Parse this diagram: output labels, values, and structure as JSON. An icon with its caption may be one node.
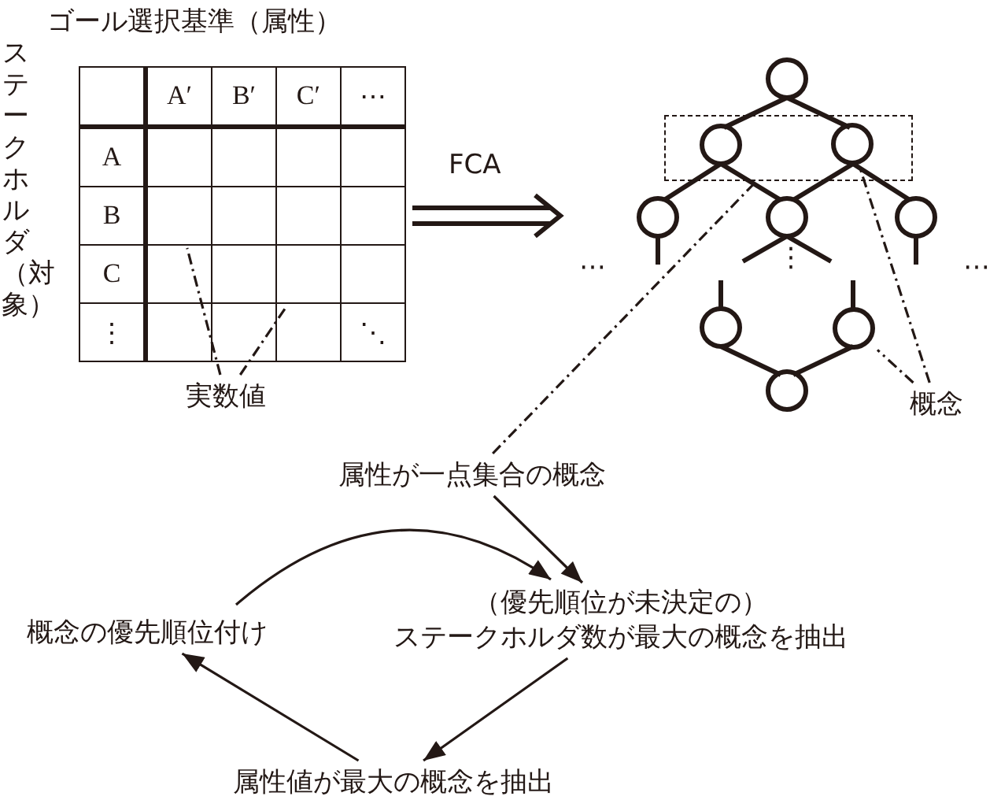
{
  "diagram": {
    "nodes": [
      {
        "text": [
          "ゴール選択基準（属性）",
          "ステークホルダ（対象）"
        ]
      },
      {
        "text": [],
        "shape": "box",
        "in": 0
      },
      {
        "text": [],
        "shape": "box",
        "in": 0
      },
      {
        "text": [
          "実数値"
        ]
      },
      {
        "text": [],
        "shape": "lattice"
      },
      {
        "text": [],
        "shape": "box",
        "in": 4
      },
      {
        "text": [],
        "shape": "circle",
        "in": 5
      },
      {
        "text": [],
        "shape": "circle",
        "in": 4
      },
      {
        "text": [
          "概念"
        ]
      },
      {
        "text": [
          "属性が一点集合の概念"
        ]
      },
      {
        "text": [
          "（優先順位が未決定の）",
          "ステークホルダ数が最大の概念を抽出"
        ]
      },
      {
        "text": [
          "属性値が最大の概念を抽出"
        ]
      },
      {
        "text": [
          "概念の優先順位付け"
        ]
      }
    ],
    "edges": [
      {
        "from": 0,
        "to": 4,
        "arrow": "to",
        "label": "FCA"
      },
      {
        "from": 3,
        "to": 1,
        "arrow": "none",
        "style": "dashed"
      },
      {
        "from": 3,
        "to": 2,
        "arrow": "none",
        "style": "dashed"
      },
      {
        "from": 8,
        "to": 6,
        "arrow": "none",
        "style": "dashed"
      },
      {
        "from": 8,
        "to": 7,
        "arrow": "none",
        "style": "dashed"
      },
      {
        "from": 9,
        "to": 5,
        "arrow": "none",
        "style": "dashed"
      },
      {
        "from": 9,
        "to": 10,
        "arrow": "to"
      },
      {
        "from": 10,
        "to": 11,
        "arrow": "to"
      },
      {
        "from": 11,
        "to": 12,
        "arrow": "to"
      },
      {
        "from": 12,
        "to": 10,
        "arrow": "to"
      }
    ],
    "labels": [
      "A′",
      "B′",
      "C′",
      "⋯",
      "A",
      "B",
      "C",
      "⋮",
      "⋱",
      "⋯",
      "⋮",
      "⋯"
    ]
  }
}
